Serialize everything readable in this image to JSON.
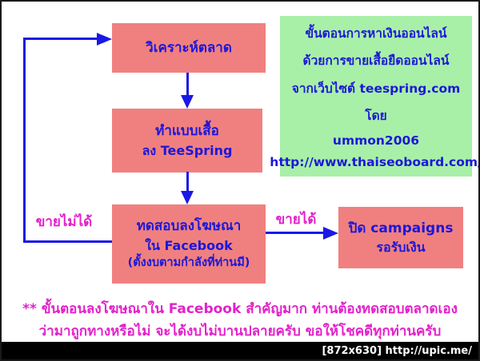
{
  "colors": {
    "box_fill": "#f08080",
    "info_panel_fill": "#a8f0a8",
    "blue_text_and_arrows": "#1b18e6",
    "magenta_text": "#e321ca",
    "badge_bg": "#000000",
    "badge_text": "#ffffff",
    "page_bg": "#ffffff",
    "page_border": "#1a1a1a"
  },
  "flowchart": {
    "step_analyze": {
      "label": "วิเคราะห์ตลาด"
    },
    "step_design": {
      "line1": "ทำแบบเสื้อ",
      "line2": "ลง TeeSpring"
    },
    "step_fbtest": {
      "line1": "ทดสอบลงโฆษณา",
      "line2": "ใน Facebook",
      "line3": "(ตั้งงบตามกำลังที่ท่านมี)"
    },
    "step_close": {
      "line1": "ปิด campaigns",
      "line2": "รอรับเงิน"
    },
    "edge_fail_label": "ขายไม่ได้",
    "edge_success_label": "ขายได้"
  },
  "info_panel": {
    "lines": [
      "ขั้นตอนการหาเงินออนไลน์",
      "ด้วยการขายเสื้อยืดออนไลน์",
      "จากเว็บไซต์ teespring.com",
      "โดย",
      "ummon2006",
      "http://www.thaiseoboard.com/"
    ]
  },
  "footer_note": {
    "line1": "** ขั้นตอนลงโฆษณาใน Facebook สำคัญมาก ท่านต้องทดสอบตลาดเอง",
    "line2": "ว่ามาถูกทางหรือไม่ จะได้งบไม่บานปลายครับ ขอให้โชคดีทุกท่านครับ"
  },
  "badge": {
    "text": "[872x630] http://upic.me/"
  }
}
